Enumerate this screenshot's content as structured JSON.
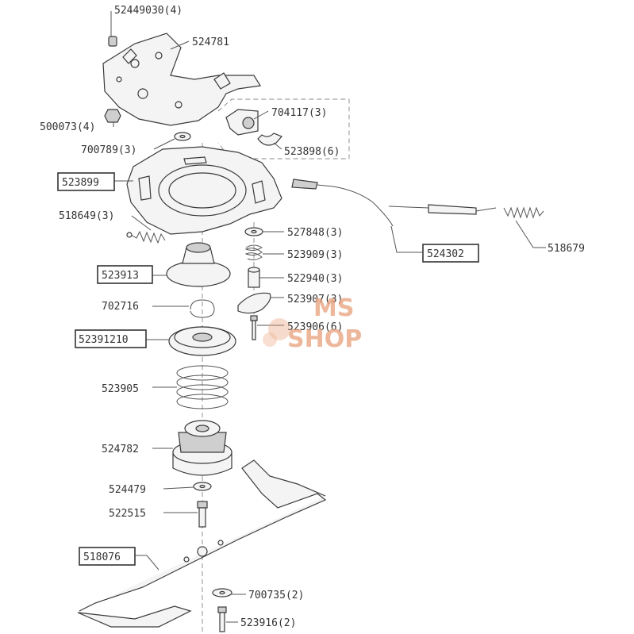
{
  "colors": {
    "line": "#3a3a3a",
    "label": "#333333",
    "watermark": "#e8a07a"
  },
  "watermark": {
    "line1": "MS",
    "line2": "SHOP"
  },
  "labels": {
    "p52449030": "52449030(4)",
    "p524781": "524781",
    "p704117": "704117(3)",
    "p500073": "500073(4)",
    "p523898": "523898(6)",
    "p700789": "700789(3)",
    "p523899": "523899",
    "p518649": "518649(3)",
    "p527848": "527848(3)",
    "p523909": "523909(3)",
    "p524302": "524302",
    "p518679": "518679",
    "p523913": "523913",
    "p522940": "522940(3)",
    "p702716": "702716",
    "p523907": "523907(3)",
    "p523906": "523906(6)",
    "p52391210": "52391210",
    "p523905": "523905",
    "p524782": "524782",
    "p524479": "524479",
    "p522515": "522515",
    "p518076": "518076",
    "p700735": "700735(2)",
    "p523916": "523916(2)"
  }
}
